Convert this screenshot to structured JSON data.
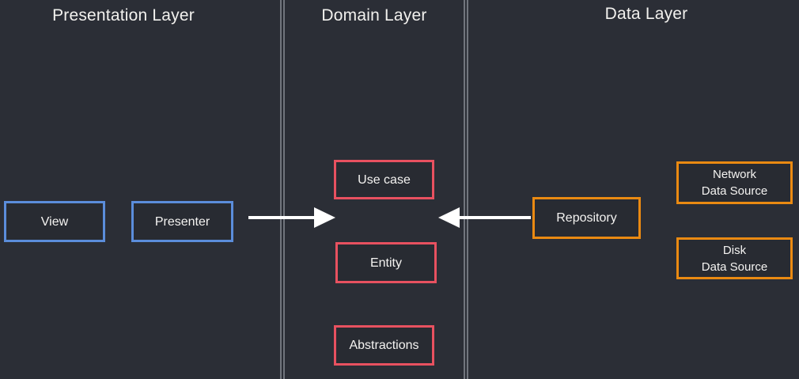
{
  "diagram": {
    "titles": {
      "presentation": "Presentation Layer",
      "domain": "Domain Layer",
      "data": "Data Layer"
    },
    "boxes": {
      "view": {
        "label": "View"
      },
      "presenter": {
        "label": "Presenter"
      },
      "use_case": {
        "label": "Use case"
      },
      "entity": {
        "label": "Entity"
      },
      "abstractions": {
        "label": "Abstractions"
      },
      "repository": {
        "label": "Repository"
      },
      "network_data_source": {
        "line1": "Network",
        "line2": "Data Source"
      },
      "disk_data_source": {
        "line1": "Disk",
        "line2": "Data Source"
      }
    },
    "arrows": [
      {
        "name": "presenter-to-usecase",
        "direction": "right"
      },
      {
        "name": "repository-to-usecase",
        "direction": "left"
      }
    ],
    "colors": {
      "background": "#2b2e36",
      "presentation_box_border": "#5b8ddb",
      "domain_box_border": "#e85160",
      "data_box_border": "#ea8a12",
      "divider_line": "#71757d",
      "arrow": "#ffffff",
      "text": "#f2f1ee"
    }
  }
}
